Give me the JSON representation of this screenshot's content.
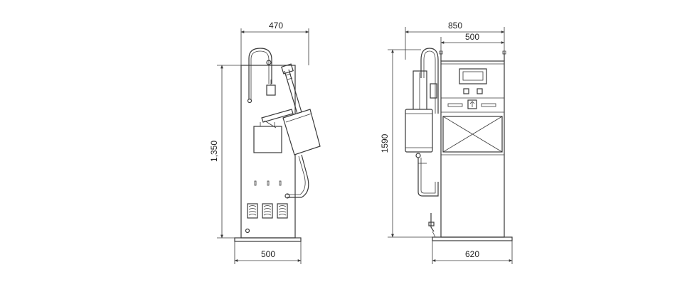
{
  "dimensions": {
    "side": {
      "top_width": "470",
      "height": "1,350",
      "base_width": "500"
    },
    "front": {
      "overall_width": "850",
      "inner_width": "500",
      "height": "1590",
      "base_width": "620"
    }
  },
  "colors": {
    "line": "#3a3a3a",
    "text": "#222222",
    "background": "#ffffff"
  }
}
